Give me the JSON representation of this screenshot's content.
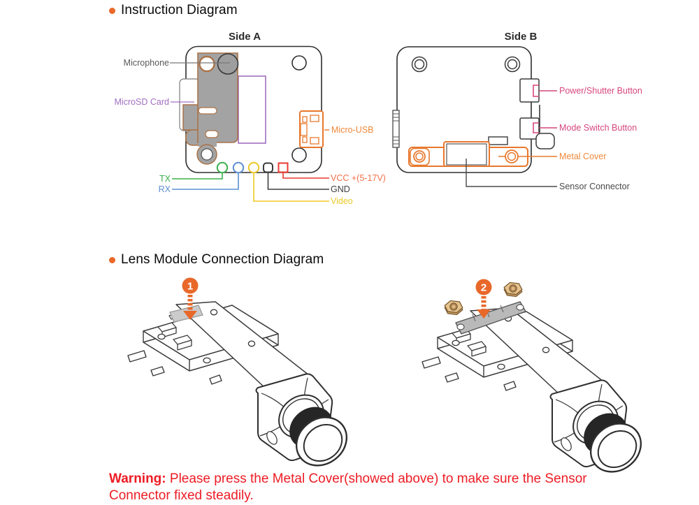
{
  "sections": {
    "instruction": {
      "title": "Instruction Diagram"
    },
    "lens": {
      "title": "Lens Module Connection Diagram"
    }
  },
  "side_a": {
    "title": "Side A",
    "labels": {
      "microphone": "Microphone",
      "microsd_card": "MicroSD Card",
      "micro_usb": "Micro-USB",
      "tx": "TX",
      "rx": "RX",
      "vcc": "VCC +(5-17V)",
      "gnd": "GND",
      "video": "Video"
    }
  },
  "side_b": {
    "title": "Side B",
    "labels": {
      "power_shutter": "Power/Shutter Button",
      "mode_switch": "Mode Switch Button",
      "metal_cover": "Metal Cover",
      "sensor_connector": "Sensor Connector"
    }
  },
  "steps": [
    {
      "number": "1"
    },
    {
      "number": "2"
    }
  ],
  "warning": {
    "label": "Warning:",
    "text": " Please press the Metal Cover(showed above) to make sure the Sensor Connector fixed steadily."
  },
  "colors": {
    "accent_orange": "#e8682a",
    "usb_orange": "#e8782d",
    "purple": "#a06fc0",
    "green": "#3cb04a",
    "blue": "#5b8fd4",
    "yellow": "#edc927",
    "red": "#e8392f",
    "vcc_text_orange": "#f0704a",
    "pink": "#d6477e",
    "label_gray": "#58595b",
    "warning_red": "#ed1c24",
    "shield_gray": "#a3a3a3",
    "shield_outline": "#aa7348",
    "nut_tan": "#e6c28c"
  }
}
